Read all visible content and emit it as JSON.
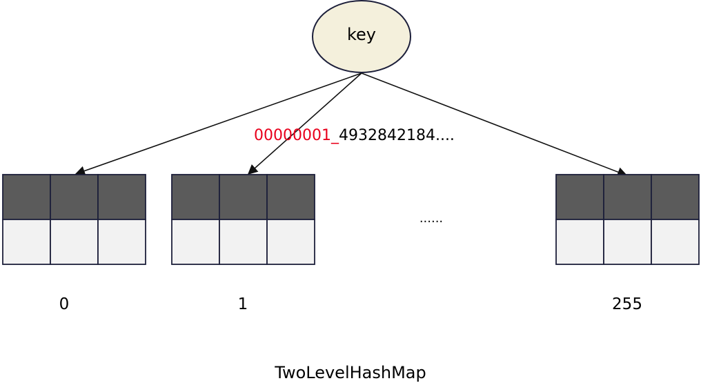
{
  "key_node": {
    "label": "key",
    "fill": "#f4f0dc",
    "stroke": "#1c1f3a"
  },
  "hash": {
    "prefix": "00000001_",
    "suffix": "4932842184....",
    "prefix_color": "#e8001c"
  },
  "buckets": [
    {
      "index": "0"
    },
    {
      "index": "1"
    },
    {
      "index": "255"
    }
  ],
  "bucket_style": {
    "top_row_color": "#5b5b5b",
    "bottom_row_color": "#f2f2f2",
    "border_color": "#1c1f3a",
    "columns": 3
  },
  "ellipsis": "......",
  "caption": "TwoLevelHashMap"
}
